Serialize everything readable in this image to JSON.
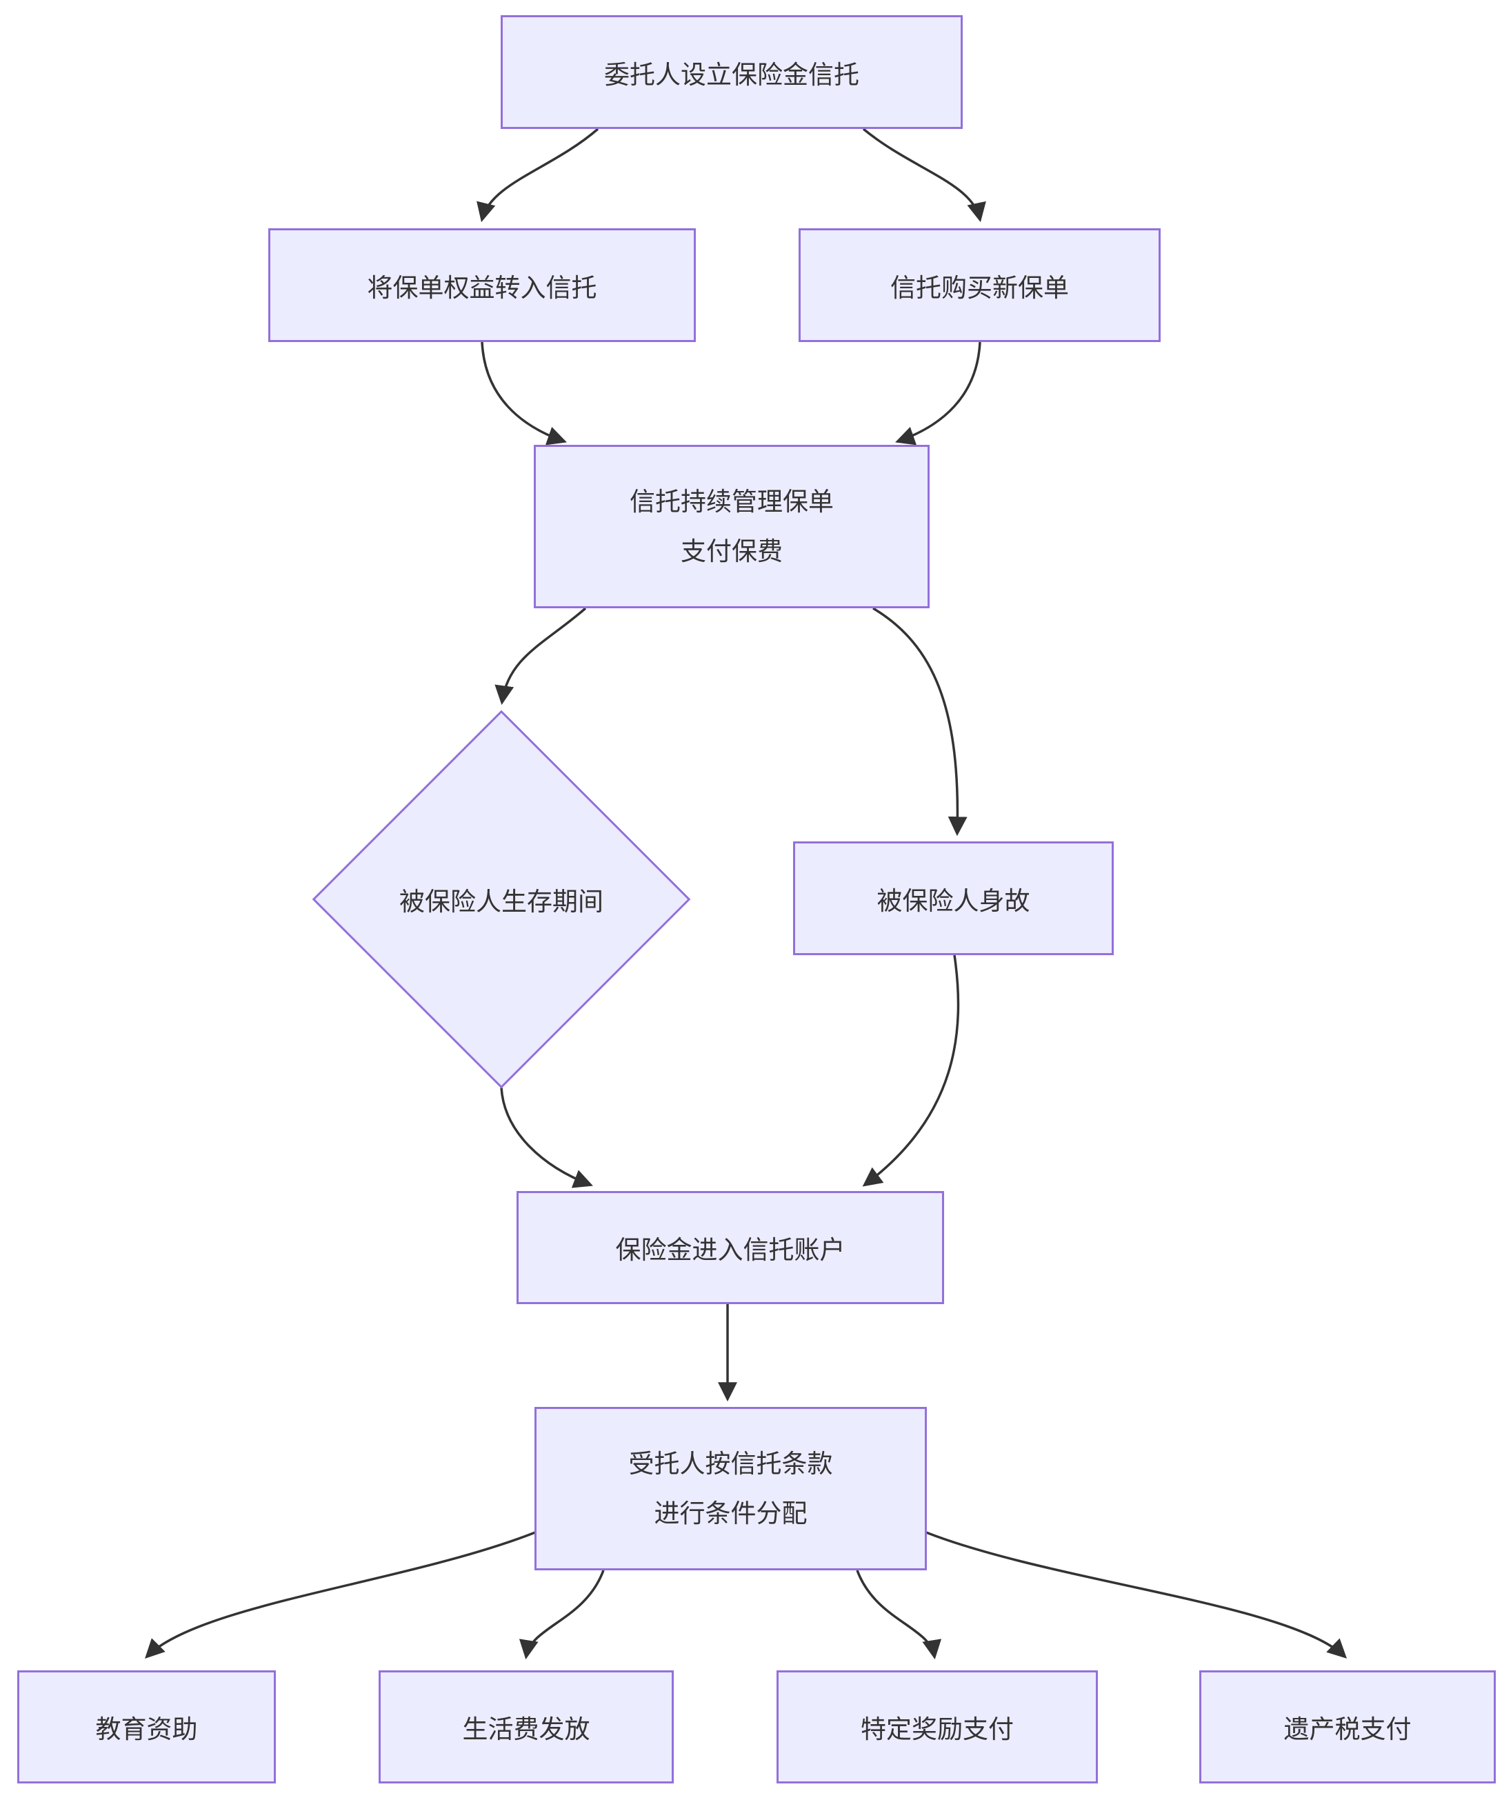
{
  "diagram": {
    "type": "flowchart",
    "direction": "top-down",
    "colors": {
      "node_fill": "#ECECFF",
      "node_border": "#9370DB",
      "edge_line": "#333333",
      "text": "#333333",
      "background": "#FFFFFF"
    },
    "nodes": {
      "a": {
        "shape": "rect",
        "label": "委托人设立保险金信托"
      },
      "b": {
        "shape": "rect",
        "label": "将保单权益转入信托"
      },
      "c": {
        "shape": "rect",
        "label": "信托购买新保单"
      },
      "d": {
        "shape": "rect",
        "lines": [
          "信托持续管理保单",
          "支付保费"
        ]
      },
      "e": {
        "shape": "diamond",
        "label": "被保险人生存期间"
      },
      "f": {
        "shape": "rect",
        "label": "被保险人身故"
      },
      "g": {
        "shape": "rect",
        "label": "保险金进入信托账户"
      },
      "h": {
        "shape": "rect",
        "lines": [
          "受托人按信托条款",
          "进行条件分配"
        ]
      },
      "i": {
        "shape": "rect",
        "label": "教育资助"
      },
      "j": {
        "shape": "rect",
        "label": "生活费发放"
      },
      "k": {
        "shape": "rect",
        "label": "特定奖励支付"
      },
      "l": {
        "shape": "rect",
        "label": "遗产税支付"
      }
    },
    "edges": [
      {
        "from": "a",
        "to": "b"
      },
      {
        "from": "a",
        "to": "c"
      },
      {
        "from": "b",
        "to": "d"
      },
      {
        "from": "c",
        "to": "d"
      },
      {
        "from": "d",
        "to": "e"
      },
      {
        "from": "d",
        "to": "f"
      },
      {
        "from": "e",
        "to": "g"
      },
      {
        "from": "f",
        "to": "g"
      },
      {
        "from": "g",
        "to": "h"
      },
      {
        "from": "h",
        "to": "i"
      },
      {
        "from": "h",
        "to": "j"
      },
      {
        "from": "h",
        "to": "k"
      },
      {
        "from": "h",
        "to": "l"
      }
    ]
  }
}
